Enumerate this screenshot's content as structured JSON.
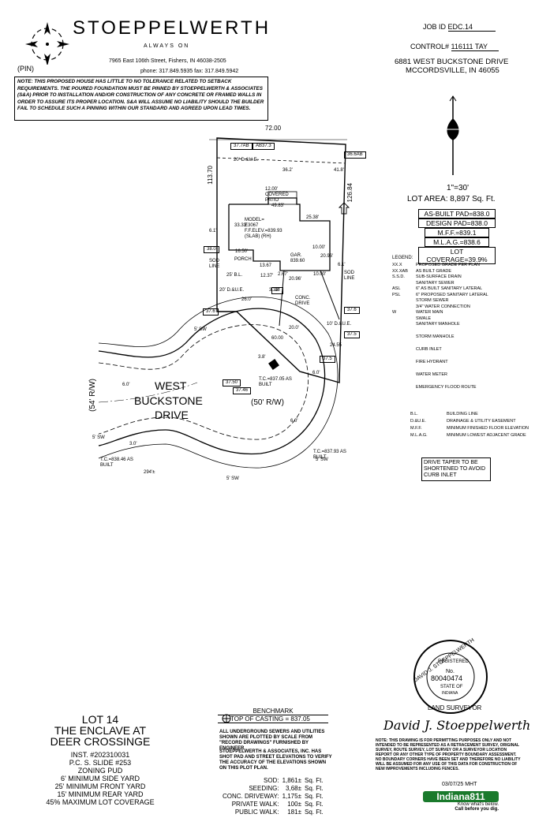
{
  "header": {
    "company": "STOEPPELWERTH",
    "slogan": "ALWAYS ON",
    "address": "7965 East 106th Street, Fishers, IN 46038-2505",
    "phone": "phone: 317.849.5935  fax: 317.849.5942",
    "pin_label": "(PIN)"
  },
  "note": "NOTE: THIS PROPOSED HOUSE HAS LITTLE TO NO TOLERANCE RELATED TO SETBACK REQUIREMENTS. THE POURED FOUNDATION MUST BE PINNED BY STOEPPELWERTH & ASSOCIATES (S&A) PRIOR TO INSTALLATION AND/OR CONSTRUCTION OF ANY CONCRETE OR FRAMED WALLS IN ORDER TO ASSURE ITS PROPER LOCATION. S&A WILL ASSUME NO LIABILITY SHOULD THE BUILDER FAIL TO SCHEDULE SUCH A PINNING WITHIN OUR STANDARD AND AGREED UPON LEAD TIMES.",
  "job": {
    "job_label": "JOB ID",
    "job_id": "EDC.14",
    "control_label": "CONTROL#",
    "control": "116111 TAY",
    "address_line1": "6881 WEST BUCKSTONE DRIVE",
    "address_line2": "MCCORDSVILLE, IN 46055"
  },
  "scale": "1\"=30'",
  "lot_area": "LOT AREA: 8,897  Sq. Ft.",
  "pads": [
    "AS-BUILT PAD=838.0",
    "DESIGN PAD=838.0",
    "M.F.F.=839.1",
    "M.L.A.G.=838.6",
    "LOT COVERAGE=39.9%"
  ],
  "legend": {
    "title": "LEGEND:",
    "items": [
      {
        "sym": "XX.X",
        "text": "PROPOSED GRADE PER PLAN"
      },
      {
        "sym": "XX.XAB",
        "text": "AS BUILT GRADE"
      },
      {
        "sym": "S.S.D.",
        "text": "SUB-SURFACE DRAIN"
      },
      {
        "sym": "",
        "text": "SANITARY SEWER"
      },
      {
        "sym": "ASL",
        "text": "6\" AS BUILT SANITARY LATERAL"
      },
      {
        "sym": "PSL",
        "text": "6\" PROPOSED SANITARY LATERAL"
      },
      {
        "sym": "",
        "text": "STORM SEWER"
      },
      {
        "sym": "",
        "text": "3/4\" WATER CONNECTION"
      },
      {
        "sym": "W",
        "text": "WATER MAIN"
      },
      {
        "sym": "",
        "text": "SWALE"
      },
      {
        "sym": "",
        "text": "SANITARY MANHOLE"
      },
      {
        "sym": "",
        "text": "STORM MANHOLE"
      },
      {
        "sym": "",
        "text": "CURB INLET"
      },
      {
        "sym": "",
        "text": "FIRE HYDRANT"
      },
      {
        "sym": "",
        "text": "WATER METER"
      },
      {
        "sym": "",
        "text": "EMERGENCY FLOOD ROUTE"
      }
    ],
    "abbr": [
      {
        "k": "B.L.",
        "v": "BUILDING LINE"
      },
      {
        "k": "D.&U.E.",
        "v": "DRAINAGE & UTILITY EASEMENT"
      },
      {
        "k": "M.F.F.",
        "v": "MINIMUM FINISHED FLOOR ELEVATION"
      },
      {
        "k": "M.L.A.G.",
        "v": "MINIMUM LOWEST ADJACENT GRADE"
      }
    ]
  },
  "drive_taper_note": "DRIVE TAPER TO BE SHORTENED TO AVOID CURB INLET",
  "plan": {
    "top_dim": "72.00",
    "left_dim": "113.70",
    "right_dim": "126.84",
    "grade_tl1": "37.7AB",
    "grade_tl2": "AB37.3",
    "grade_tr": "36.6AB",
    "due_top": "20' D.&U.E.",
    "d1": "36.2'",
    "d2": "41.8'",
    "patio": "12.00' COVERED PATIO",
    "patio_w": "49.83'",
    "patio_h": "10.00'",
    "model": "MODEL= E3067",
    "ffe": "F.F.ELEV.=839.93 (SLAB) (RH)",
    "left_side": "33.33'",
    "right_side": "25.38'",
    "left_setback": "6.1'",
    "right_setback": "6.1'",
    "gar": "GAR. 839.60",
    "gar_dim1": "10.00'",
    "gar_dim2": "20.96'",
    "gar_dim3": "20.96'",
    "gar_dim4": "10.00'",
    "porch": "PORCH",
    "porch_dim": "16.50'",
    "porch_dim2": "12.37'",
    "bl": "25' B.L.",
    "d3": "13.67",
    "d4": "3.33'",
    "d5": "2.67'",
    "sod_left": "SOD LINE",
    "sod_right": "SOD LINE",
    "grade_38": "38.0",
    "grade_38b": "38",
    "conc_drive": "CONC. DRIVE",
    "due_front": "20' D.&U.E.",
    "front_dim": "26.0'",
    "dim_60": "60.00",
    "dim_20": "20.0'",
    "dim_24": "24.55",
    "dim_38": "3.8'",
    "dim_10": "10' D.&U.E.",
    "grade_376": "37.6",
    "grade_376b": "37.6",
    "grade_375": "37.5",
    "grade_375b": "37.5",
    "grade_3750": "37.50",
    "grade_3746": "37.46",
    "tc1": "T.C.=837.05 AS BUILT",
    "tc2": "T.C.=838.46 AS BUILT",
    "tc3": "T.C.=837.93 AS BUILT",
    "street1": "WEST",
    "street2": "BUCKSTONE",
    "street3": "DRIVE",
    "rw54": "(54' R/W)",
    "rw50": "(50' R/W)",
    "sw_top": "5' SW",
    "sw_left": "5' SW",
    "sw_bottom": "5' SW",
    "sw_right": "5' SW",
    "dim_6a": "6.0'",
    "dim_6b": "6.0'",
    "dim_6c": "6.0'",
    "dim_30": "3.0'",
    "dim_294": "294'±"
  },
  "lot": {
    "line1": "LOT 14",
    "line2": "THE ENCLAVE AT",
    "line3": "DEER CROSSINGE",
    "inst": "INST. #202310031",
    "pc": "P.C. S. SLIDE #253",
    "zoning": "ZONING PUD",
    "side": "6' MINIMUM SIDE YARD",
    "front": "25' MINIMUM FRONT YARD",
    "rear": "15' MINIMUM REAR YARD",
    "cov": "45% MAXIMUM LOT COVERAGE"
  },
  "benchmark": {
    "title": "BENCHMARK",
    "value": "TOP OF CASTING = 837.05",
    "util_note": "ALL UNDERGROUND SEWERS AND UTILITIES SHOWN ARE PLOTTED BY SCALE FROM \"RECORD DRAWINGS\" FURNISHED BY ENGINEER.",
    "pad_note": "STOEPPELWERTH & ASSOCIATES, INC. HAS SHOT PAD AND STREET ELEVATIONS TO VERIFY THE ACCURACY OF THE ELEVATIONS SHOWN ON THIS PLOT PLAN."
  },
  "areas": [
    {
      "k": "SOD:",
      "v": "1,861±",
      "u": "Sq. Ft."
    },
    {
      "k": "SEEDING:",
      "v": "3,68±",
      "u": "Sq. Ft."
    },
    {
      "k": "CONC. DRIVEWAY:",
      "v": "1,175±",
      "u": "Sq. Ft."
    },
    {
      "k": "PRIVATE WALK:",
      "v": "100±",
      "u": "Sq. Ft."
    },
    {
      "k": "PUBLIC WALK:",
      "v": "181±",
      "u": "Sq. Ft."
    }
  ],
  "seal": {
    "name": "DAVID J. STOEPPELWERTH",
    "registered": "REGISTERED",
    "no": "No.",
    "number": "80040474",
    "state": "STATE OF",
    "indiana": "INDIANA",
    "title": "LAND SURVEYOR",
    "signature": "David J. Stoeppelwerth"
  },
  "disclaimer": "NOTE: THIS DRAWING IS FOR PERMITTING PURPOSES ONLY AND NOT INTENDED TO BE REPRESENTED AS A RETRACEMENT SURVEY, ORIGINAL SURVEY, ROUTE SURVEY, LOT SURVEY OR A SURVEYOR LOCATION REPORT OR ANY OTHER TYPE OF PROPERTY BOUNDARY ASSESSMENT. NO BOUNDARY CORNERS HAVE BEEN SET AND THEREFORE NO LIABILITY WILL BE ASSUMED FOR ANY USE OF THIS DATA FOR CONSTRUCTION OF NEW IMPROVEMENTS INCLUDING FENCES.",
  "date": "03/07/25 MHT",
  "logo811": {
    "brand": "Indiana811",
    "tag1": "Know what's below.",
    "tag2": "Call before you dig."
  }
}
